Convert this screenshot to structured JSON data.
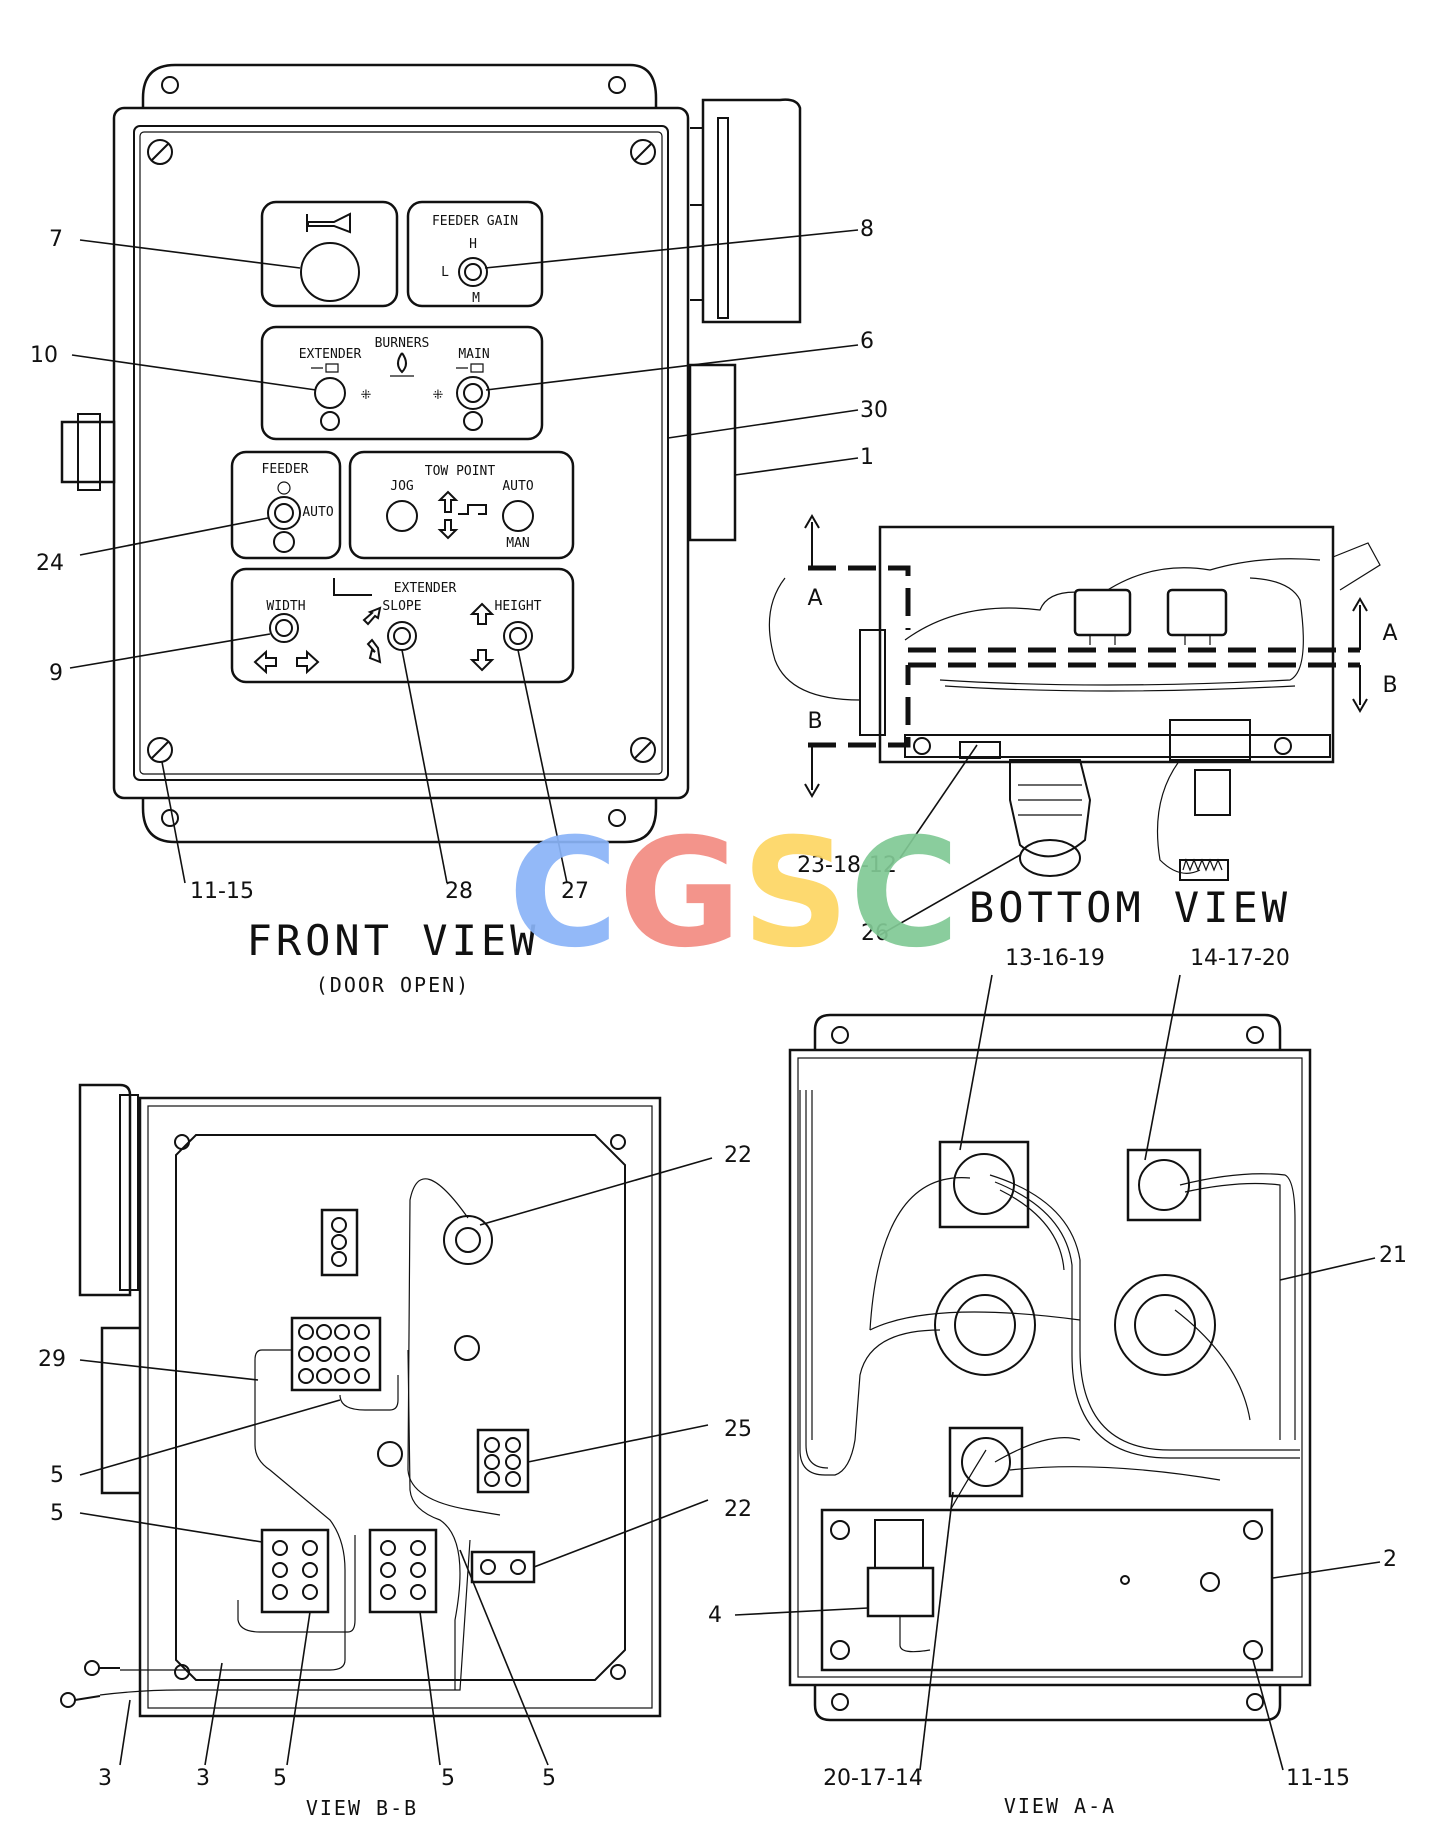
{
  "views": {
    "front": {
      "title": "FRONT VIEW",
      "subtitle": "(DOOR OPEN)"
    },
    "bottom": {
      "title": "BOTTOM VIEW"
    },
    "bb": {
      "title": "VIEW B-B"
    },
    "aa": {
      "title": "VIEW A-A"
    }
  },
  "section_markers": {
    "a": "A",
    "b": "B"
  },
  "panel_labels": {
    "feeder_gain": "FEEDER GAIN",
    "h": "H",
    "l": "L",
    "m": "M",
    "burners": "BURNERS",
    "extender_small": "EXTENDER",
    "main": "MAIN",
    "feeder": "FEEDER",
    "auto": "AUTO",
    "tow_point": "TOW POINT",
    "jog": "JOG",
    "auto2": "AUTO",
    "man": "MAN",
    "extender": "EXTENDER",
    "width": "WIDTH",
    "slope": "SLOPE",
    "height": "HEIGHT"
  },
  "callouts": {
    "c7": "7",
    "c8": "8",
    "c10": "10",
    "c6": "6",
    "c30": "30",
    "c1": "1",
    "c24": "24",
    "c9": "9",
    "c11_15a": "11-15",
    "c28": "28",
    "c27": "27",
    "c23_18_12": "23-18-12",
    "c26": "26",
    "c13_16_19": "13-16-19",
    "c14_17_20": "14-17-20",
    "c22a": "22",
    "c29": "29",
    "c5a": "5",
    "c25": "25",
    "c5b": "5",
    "c22b": "22",
    "c3a": "3",
    "c3b": "3",
    "c5c": "5",
    "c5d": "5",
    "c5e": "5",
    "c21": "21",
    "c2": "2",
    "c4": "4",
    "c20_17_14": "20-17-14",
    "c11_15b": "11-15"
  },
  "watermark": {
    "text": "CGSC",
    "colors": [
      "#8ab4f8",
      "#f28b82",
      "#fdd663",
      "#81c995"
    ]
  }
}
